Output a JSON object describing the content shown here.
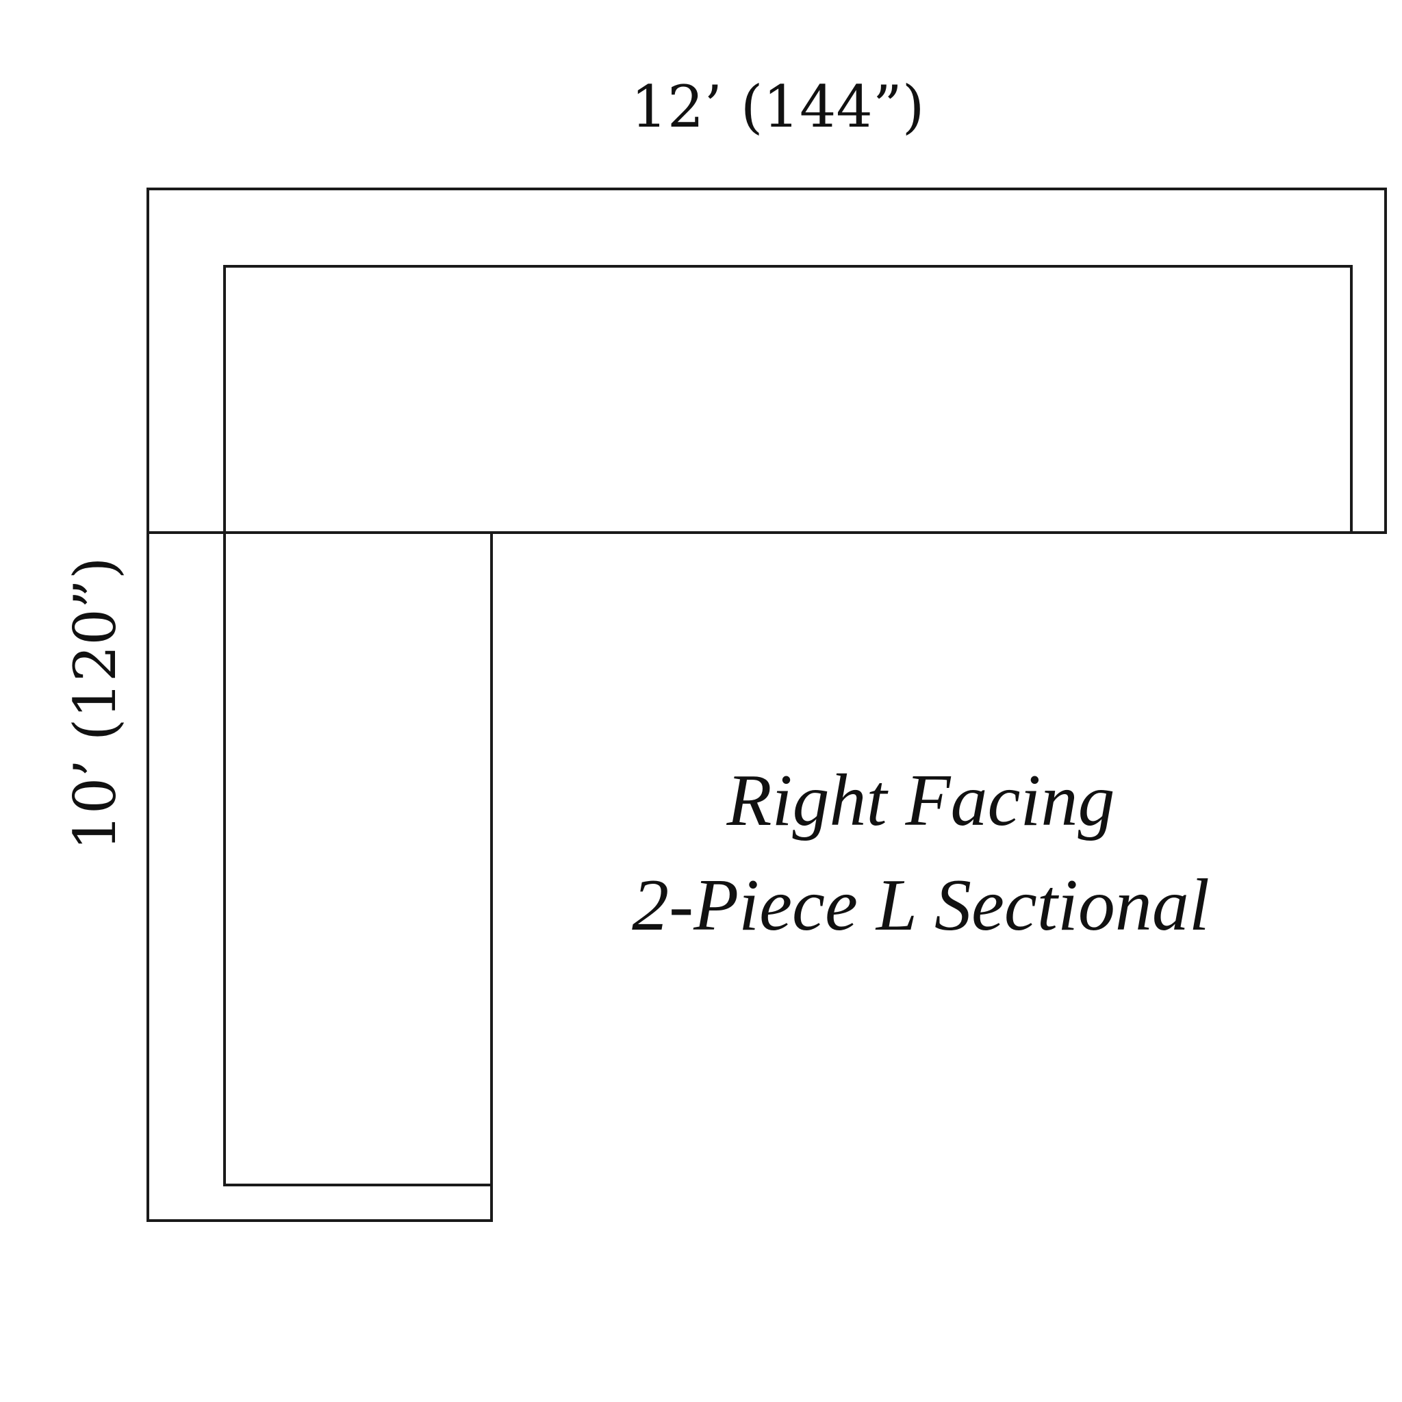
{
  "dimensions": {
    "width_label": "12’ (144”)",
    "depth_label": "10’ (120”)"
  },
  "caption": {
    "line1": "Right Facing",
    "line2": "2-Piece L Sectional"
  },
  "colors": {
    "line": "#1a1a1a",
    "text": "#111111",
    "background": "#ffffff"
  }
}
